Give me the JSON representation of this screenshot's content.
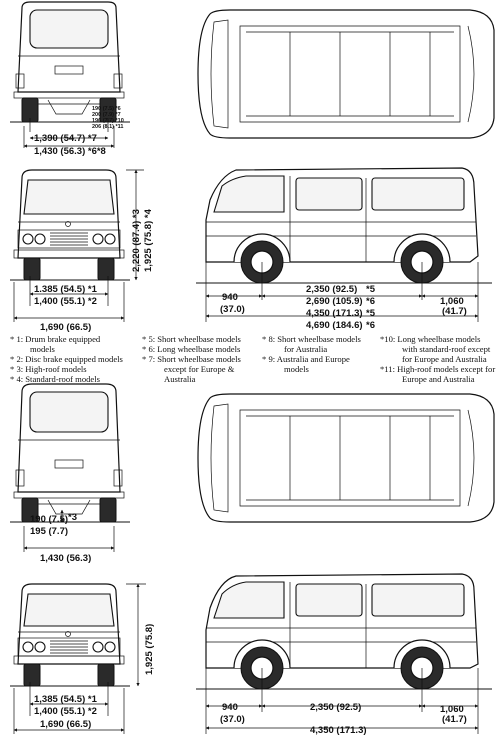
{
  "top_section": {
    "rear_view": {
      "ground_clearances": [
        "190 (7.5) *6",
        "200 (7.9) *7",
        "196 (7.7) *10",
        "206 (8.1) *11"
      ],
      "track_1": "1,390 (54.7)  *7",
      "track_2": "1,430 (56.3) *6*8"
    },
    "front_view": {
      "height_1": "2,220 (87.4) *3",
      "height_2": "1,925 (75.8) *4",
      "tread_1": "1.385 (54.5) *1",
      "tread_2": "1,400 (55.1) *2",
      "width": "1,690 (66.5)"
    },
    "side_view": {
      "front_overhang_mm": "940",
      "front_overhang_in": "(37.0)",
      "wheelbase_1": "2,350 (92.5)",
      "wheelbase_1_note": "*5",
      "wheelbase_2": "2,690 (105.9)",
      "wheelbase_2_note": "*6",
      "length_1": "4,350 (171.3)",
      "length_1_note": "*5",
      "length_2": "4,690 (184.6)",
      "length_2_note": "*6",
      "rear_overhang_mm": "1,060",
      "rear_overhang_in": "(41.7)"
    }
  },
  "notes": {
    "col1": [
      "* 1:  Drum brake equipped",
      "models",
      "* 2:  Disc brake equipped models",
      "* 3:  High-roof models",
      "* 4:  Standard-roof models"
    ],
    "col2": [
      "* 5:  Short wheelbase models",
      "* 6:  Long wheelbase models",
      "* 7:  Short wheelbase models",
      "except for Europe &",
      "Australia"
    ],
    "col3": [
      "* 8:  Short wheelbase models",
      "for Australia",
      "* 9:  Australia and Europe",
      "models"
    ],
    "col4": [
      "*10:  Long wheelbase models",
      "with standard-roof except",
      "for Europe and Australia",
      "*11:  High-roof models except for",
      "Europe and Australia"
    ]
  },
  "bottom_section": {
    "rear_view": {
      "clearance_1": "190  (7.5)",
      "clearance_1_note": "*3",
      "clearance_2": "195  (7.7)",
      "track": "1,430 (56.3)"
    },
    "front_view": {
      "height": "1,925 (75.8)",
      "tread_1": "1,385 (54.5) *1",
      "tread_2": "1,400 (55.1) *2",
      "width": "1,690 (66.5)"
    },
    "side_view": {
      "front_overhang_mm": "940",
      "front_overhang_in": "(37.0)",
      "wheelbase": "2,350 (92.5)",
      "length": "4,350 (171.3)",
      "rear_overhang_mm": "1,060",
      "rear_overhang_in": "(41.7)"
    }
  }
}
